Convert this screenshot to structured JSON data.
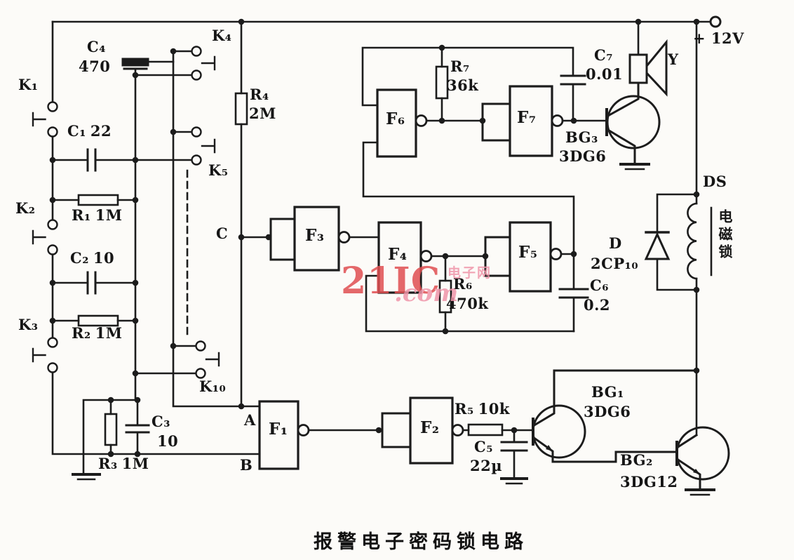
{
  "caption": "报警电子密码锁电路",
  "power_label": "+ 12V",
  "lock_label": "电磁锁",
  "watermark": {
    "brand": "21IC",
    "domain": ".com",
    "site_name": "电子网"
  },
  "nodes": {
    "a": "A",
    "b": "B",
    "c": "C",
    "ds": "DS",
    "speaker": "Y"
  },
  "gates": {
    "f1": "F₁",
    "f2": "F₂",
    "f3": "F₃",
    "f4": "F₄",
    "f5": "F₅",
    "f6": "F₆",
    "f7": "F₇"
  },
  "switches": {
    "k1": "K₁",
    "k2": "K₂",
    "k3": "K₃",
    "k4": "K₄",
    "k5": "K₅",
    "k10": "K₁₀"
  },
  "components": {
    "c1": {
      "name": "C₁",
      "value": "22"
    },
    "c2": {
      "name": "C₂",
      "value": "10"
    },
    "c3": {
      "name": "C₃",
      "value": "10"
    },
    "c4": {
      "name": "C₄",
      "value": "470"
    },
    "c5": {
      "name": "C₅",
      "value": "22µ"
    },
    "c6": {
      "name": "C₆",
      "value": "0.2"
    },
    "c7": {
      "name": "C₇",
      "value": "0.01"
    },
    "r1": {
      "name": "R₁",
      "value": "1M"
    },
    "r2": {
      "name": "R₂",
      "value": "1M"
    },
    "r3": {
      "name": "R₃",
      "value": "1M"
    },
    "r4": {
      "name": "R₄",
      "value": "2M"
    },
    "r5": {
      "name": "R₅",
      "value": "10k"
    },
    "r6": {
      "name": "R₆",
      "value": "470k"
    },
    "r7": {
      "name": "R₇",
      "value": "36k"
    },
    "d": {
      "name": "D",
      "value": "2CP₁₀"
    },
    "bg1": {
      "name": "BG₁",
      "value": "3DG6"
    },
    "bg2": {
      "name": "BG₂",
      "value": "3DG12"
    },
    "bg3": {
      "name": "BG₃",
      "value": "3DG6"
    }
  },
  "colors": {
    "ink": "#1c1c1c",
    "watermark_red": "#e04f52",
    "watermark_pink": "#f096aa"
  }
}
